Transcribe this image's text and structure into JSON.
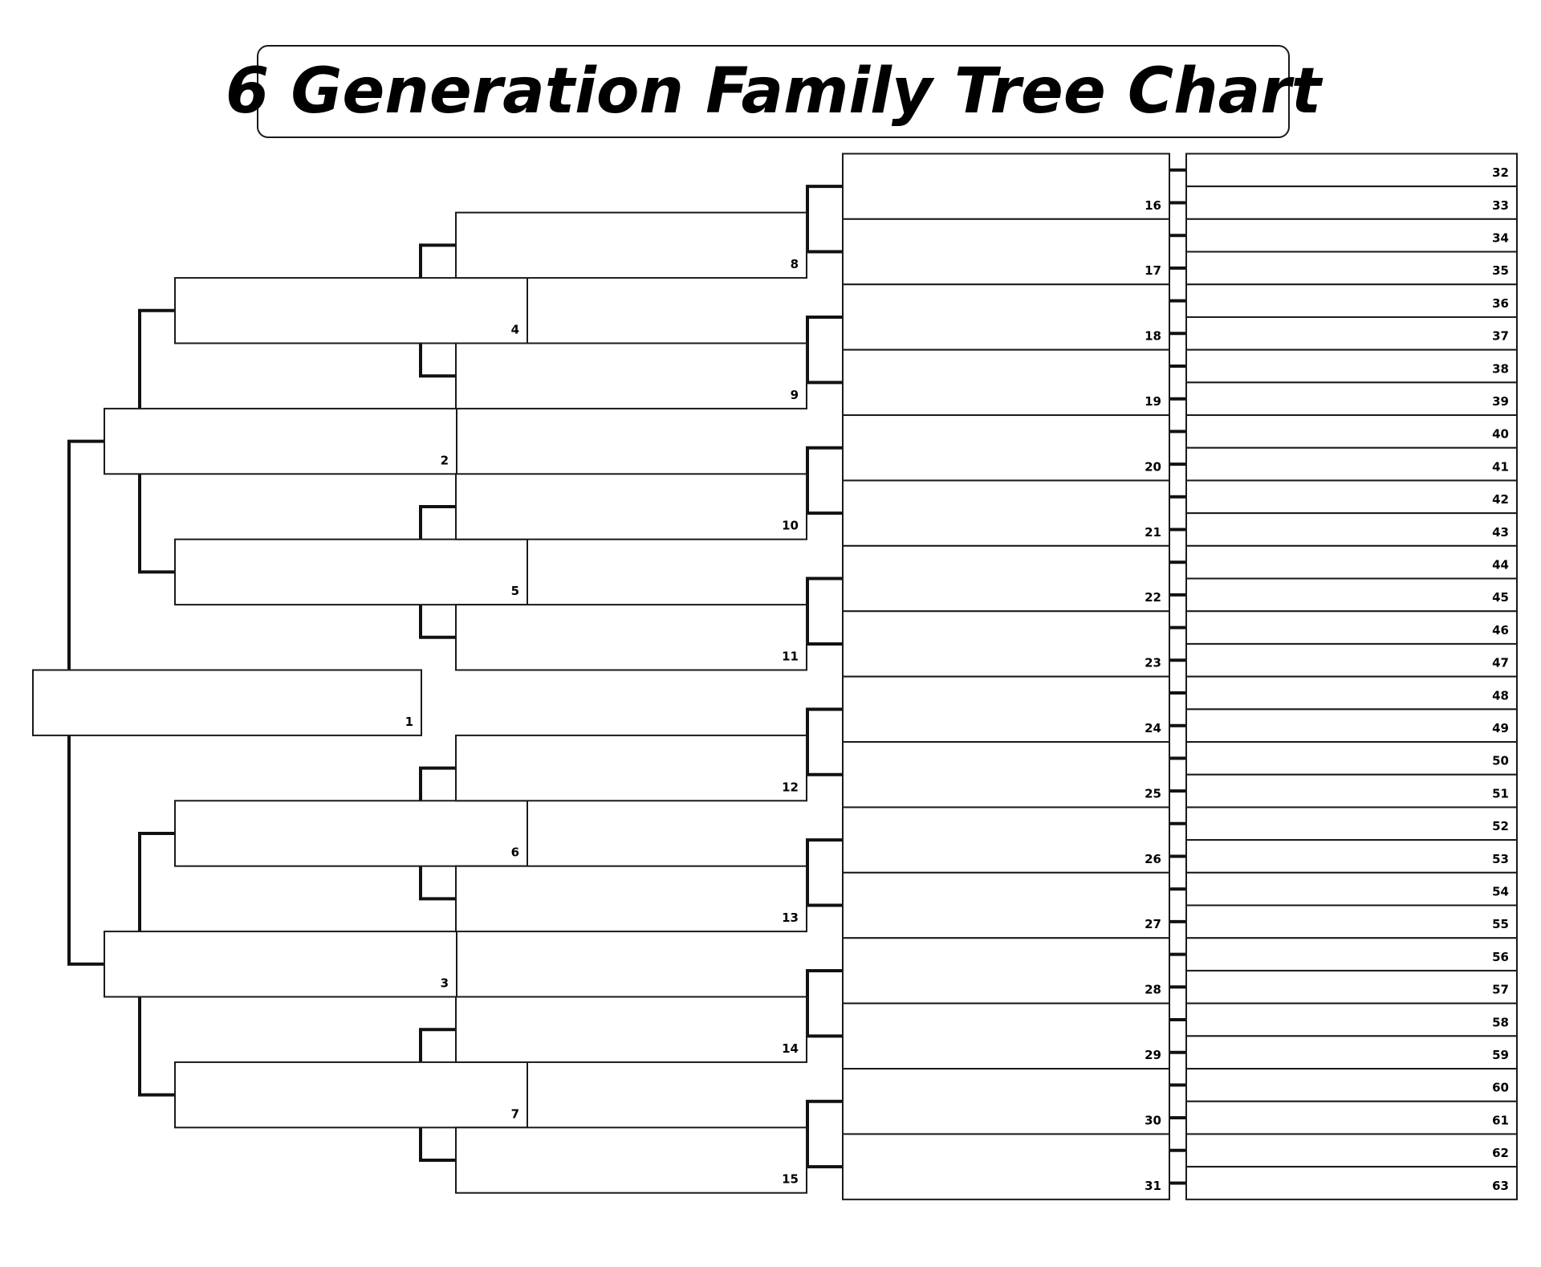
{
  "title": "6 Generation Family Tree Chart",
  "people": [
    {
      "id": 1,
      "label": "1"
    },
    {
      "id": 2,
      "label": "2"
    },
    {
      "id": 3,
      "label": "3"
    },
    {
      "id": 4,
      "label": "4"
    },
    {
      "id": 5,
      "label": "5"
    },
    {
      "id": 6,
      "label": "6"
    },
    {
      "id": 7,
      "label": "7"
    },
    {
      "id": 8,
      "label": "8"
    },
    {
      "id": 9,
      "label": "9"
    },
    {
      "id": 10,
      "label": "10"
    },
    {
      "id": 11,
      "label": "11"
    },
    {
      "id": 12,
      "label": "12"
    },
    {
      "id": 13,
      "label": "13"
    },
    {
      "id": 14,
      "label": "14"
    },
    {
      "id": 15,
      "label": "15"
    },
    {
      "id": 16,
      "label": "16"
    },
    {
      "id": 17,
      "label": "17"
    },
    {
      "id": 18,
      "label": "18"
    },
    {
      "id": 19,
      "label": "19"
    },
    {
      "id": 20,
      "label": "20"
    },
    {
      "id": 21,
      "label": "21"
    },
    {
      "id": 22,
      "label": "22"
    },
    {
      "id": 23,
      "label": "23"
    },
    {
      "id": 24,
      "label": "24"
    },
    {
      "id": 25,
      "label": "25"
    },
    {
      "id": 26,
      "label": "26"
    },
    {
      "id": 27,
      "label": "27"
    },
    {
      "id": 28,
      "label": "28"
    },
    {
      "id": 29,
      "label": "29"
    },
    {
      "id": 30,
      "label": "30"
    },
    {
      "id": 31,
      "label": "31"
    },
    {
      "id": 32,
      "label": "32"
    },
    {
      "id": 33,
      "label": "33"
    },
    {
      "id": 34,
      "label": "34"
    },
    {
      "id": 35,
      "label": "35"
    },
    {
      "id": 36,
      "label": "36"
    },
    {
      "id": 37,
      "label": "37"
    },
    {
      "id": 38,
      "label": "38"
    },
    {
      "id": 39,
      "label": "39"
    },
    {
      "id": 40,
      "label": "40"
    },
    {
      "id": 41,
      "label": "41"
    },
    {
      "id": 42,
      "label": "42"
    },
    {
      "id": 43,
      "label": "43"
    },
    {
      "id": 44,
      "label": "44"
    },
    {
      "id": 45,
      "label": "45"
    },
    {
      "id": 46,
      "label": "46"
    },
    {
      "id": 47,
      "label": "47"
    },
    {
      "id": 48,
      "label": "48"
    },
    {
      "id": 49,
      "label": "49"
    },
    {
      "id": 50,
      "label": "50"
    },
    {
      "id": 51,
      "label": "51"
    },
    {
      "id": 52,
      "label": "52"
    },
    {
      "id": 53,
      "label": "53"
    },
    {
      "id": 54,
      "label": "54"
    },
    {
      "id": 55,
      "label": "55"
    },
    {
      "id": 56,
      "label": "56"
    },
    {
      "id": 57,
      "label": "57"
    },
    {
      "id": 58,
      "label": "58"
    },
    {
      "id": 59,
      "label": "59"
    },
    {
      "id": 60,
      "label": "60"
    },
    {
      "id": 61,
      "label": "61"
    },
    {
      "id": 62,
      "label": "62"
    },
    {
      "id": 63,
      "label": "63"
    }
  ]
}
